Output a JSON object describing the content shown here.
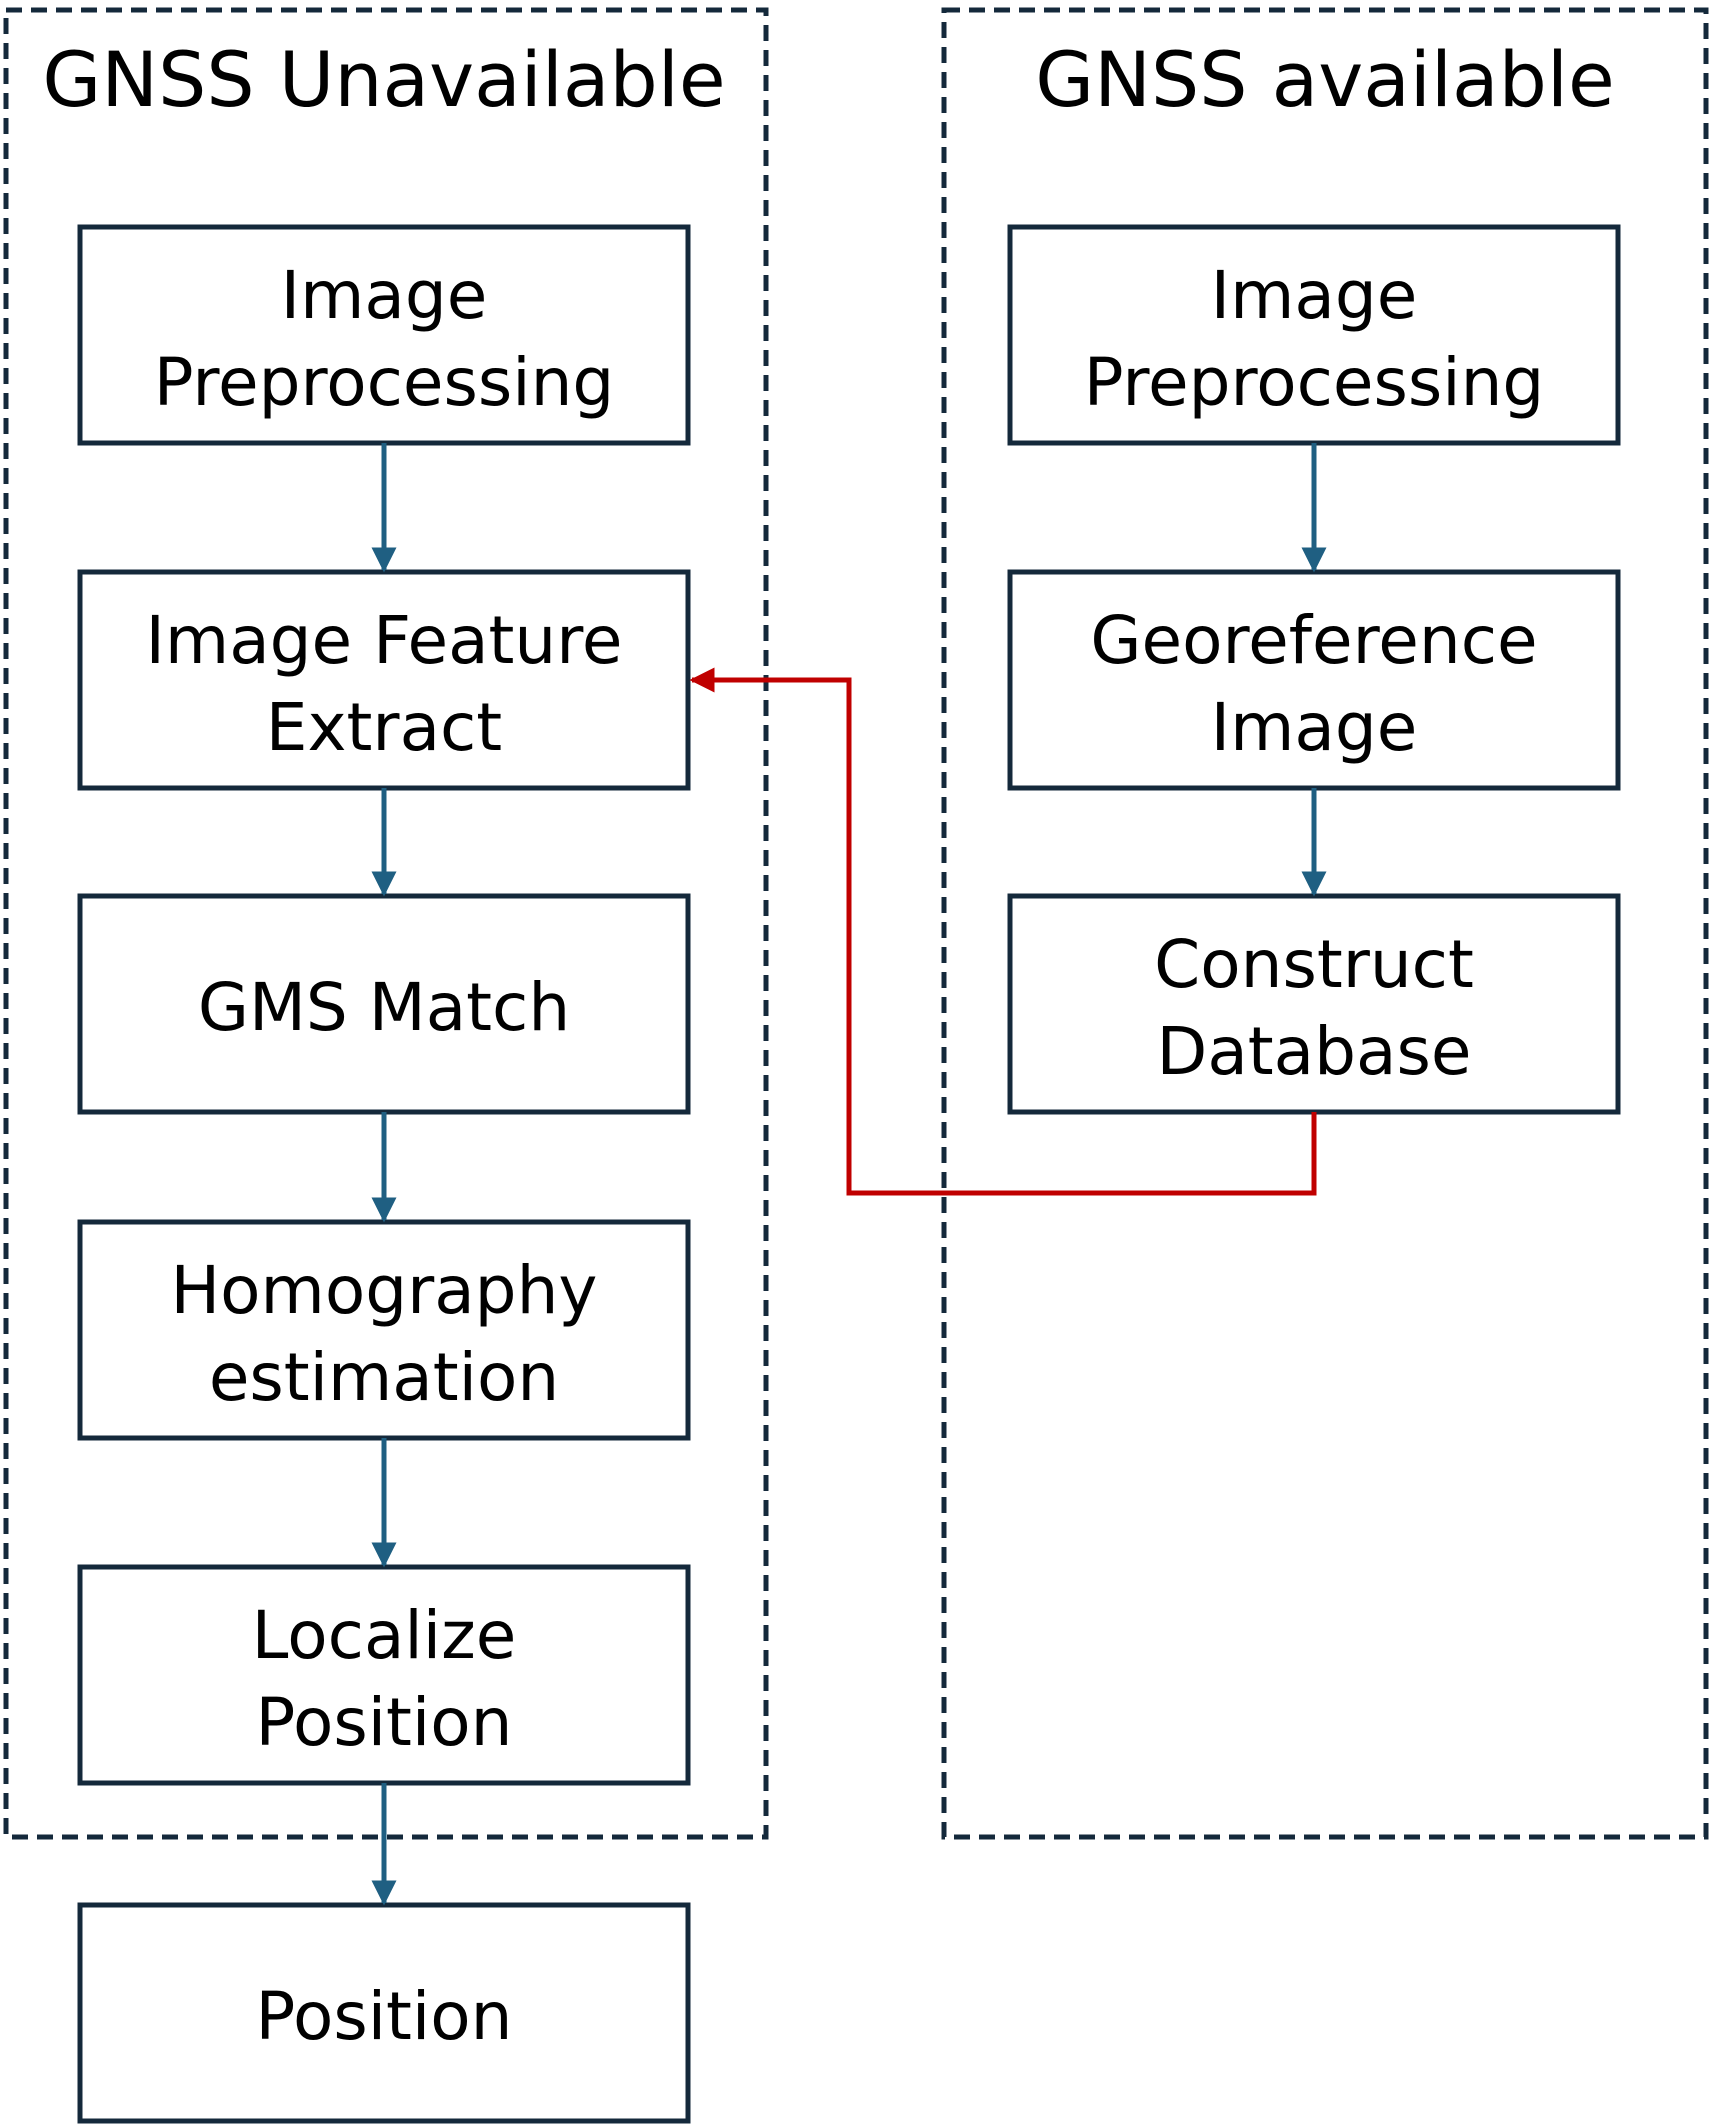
{
  "groups": {
    "unavailable": {
      "title": "GNSS Unavailable"
    },
    "available": {
      "title": "GNSS available"
    }
  },
  "steps": {
    "left_preprocess": {
      "line1": "Image",
      "line2": "Preprocessing"
    },
    "feature_extract": {
      "line1": "Image Feature",
      "line2": "Extract"
    },
    "gms_match": {
      "line1": "GMS Match"
    },
    "homography": {
      "line1": "Homography",
      "line2": "estimation"
    },
    "localize": {
      "line1": "Localize",
      "line2": "Position"
    },
    "position": {
      "line1": "Position"
    },
    "right_preprocess": {
      "line1": "Image",
      "line2": "Preprocessing"
    },
    "georeference": {
      "line1": "Georeference",
      "line2": "Image"
    },
    "database": {
      "line1": "Construct",
      "line2": "Database"
    }
  },
  "colors": {
    "box_stroke": "#14293b",
    "flow_arrow": "#1f5f82",
    "database_link": "#c00000"
  }
}
